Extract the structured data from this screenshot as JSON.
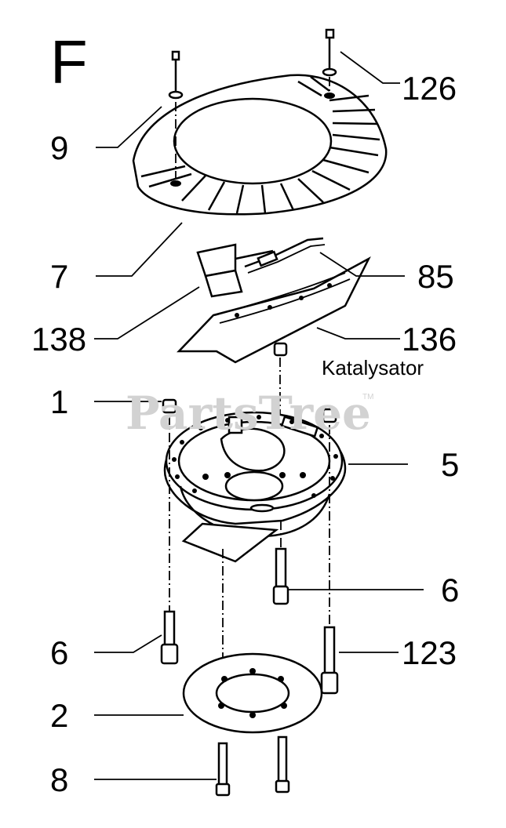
{
  "section_letter": "F",
  "watermark": {
    "text": "PartsTree",
    "tm": "TM"
  },
  "callouts": {
    "c126": "126",
    "c9": "9",
    "c7": "7",
    "c85": "85",
    "c138": "138",
    "c136": "136",
    "c136_note": "Katalysator",
    "c1": "1",
    "c5": "5",
    "c6_right": "6",
    "c6_left": "6",
    "c123": "123",
    "c2": "2",
    "c8": "8"
  }
}
